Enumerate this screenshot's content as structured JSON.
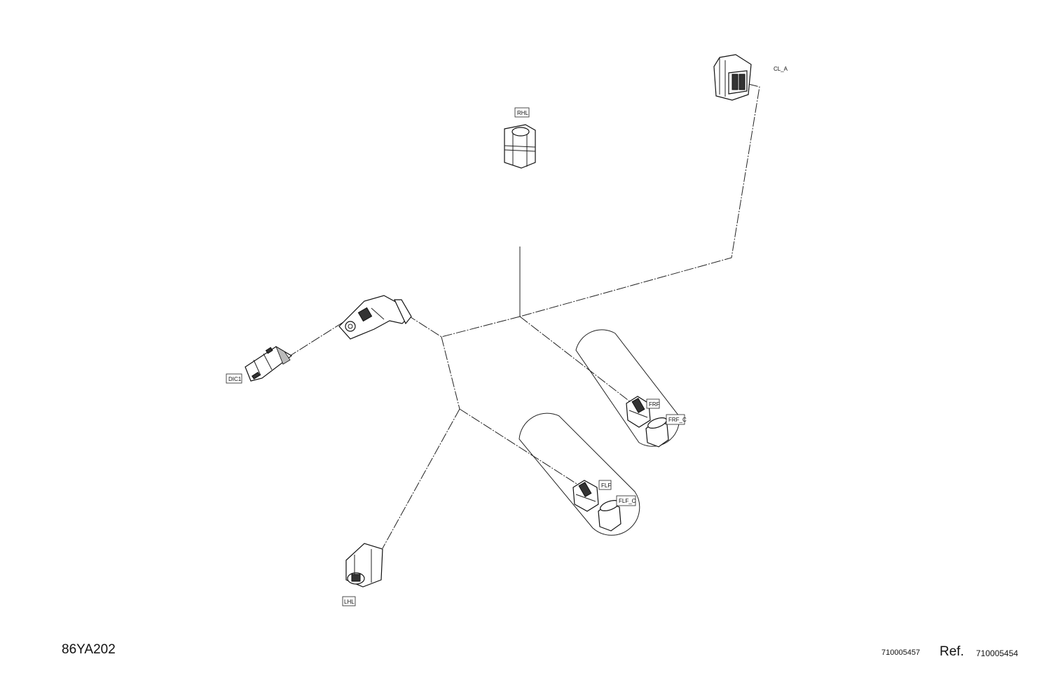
{
  "connectors": {
    "cl_a": "CL_A",
    "rhl": "RHL",
    "dic1": "DIC1",
    "frf": "FRF",
    "frf_c": "FRF_C",
    "flf": "FLF",
    "flf_c": "FLF_C",
    "lhl": "LHL"
  },
  "footer": {
    "drawing_code": "86YA202",
    "part_number": "710005457",
    "ref_label": "Ref.",
    "ref_number": "710005454"
  }
}
